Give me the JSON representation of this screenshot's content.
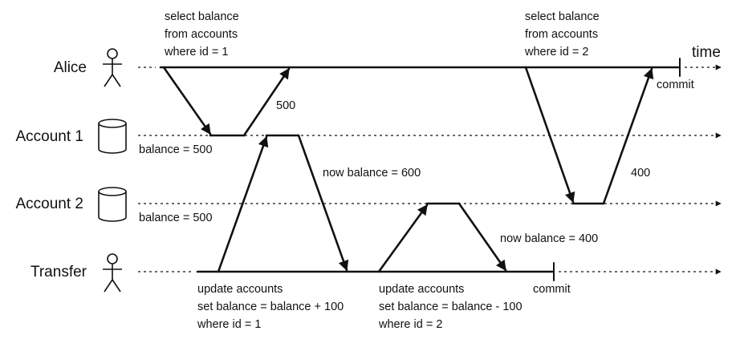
{
  "lanes": {
    "alice": "Alice",
    "account1": "Account 1",
    "account2": "Account 2",
    "transfer": "Transfer"
  },
  "time_label": "time",
  "annotations": {
    "alice_query1": [
      "select balance",
      "from accounts",
      "where id = 1"
    ],
    "alice_query2": [
      "select balance",
      "from accounts",
      "where id = 2"
    ],
    "alice_commit": "commit",
    "alice_result1": "500",
    "alice_result2": "400",
    "account1_balance": "balance = 500",
    "account2_balance": "balance = 500",
    "account1_new": "now balance = 600",
    "account2_new": "now balance = 400",
    "transfer_update1": [
      "update accounts",
      "set balance = balance + 100",
      "where id = 1"
    ],
    "transfer_update2": [
      "update accounts",
      "set balance = balance - 100",
      "where id = 2"
    ],
    "transfer_commit": "commit"
  }
}
